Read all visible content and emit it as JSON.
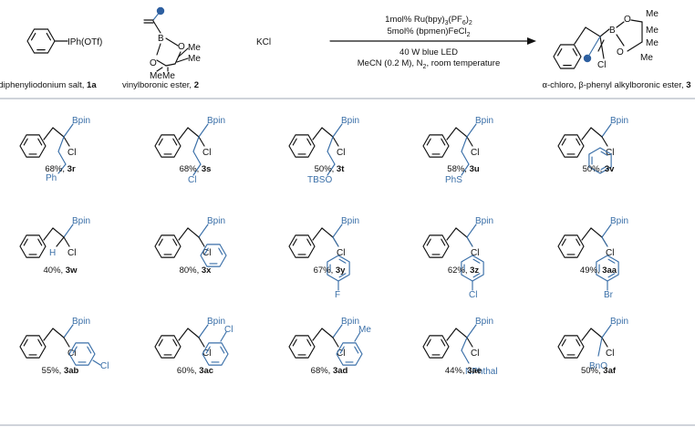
{
  "reaction": {
    "reagent1_label": "IPh(OTf)",
    "reagent1_caption_text": "diphenyliodonium salt, ",
    "reagent1_caption_id": "1a",
    "reagent2_caption_text": "vinylboronic ester, ",
    "reagent2_caption_id": "2",
    "additive": "KCl",
    "conditions": {
      "catalyst1_pre": "1mol% Ru(bpy)",
      "catalyst1_sub": "3",
      "catalyst1_mid": "(PF",
      "catalyst1_sub2": "6",
      "catalyst1_post": ")",
      "catalyst1_sub3": "2",
      "catalyst2_pre": "5mol% (bpmen)FeCl",
      "catalyst2_sub": "2",
      "light": "40 W blue LED",
      "solvent_pre": "MeCN (0.2 M), N",
      "solvent_sub": "2",
      "solvent_post": ", room temperature"
    },
    "product_caption_text": "α-chloro, β-phenyl alkylboronic ester, ",
    "product_caption_id": "3"
  },
  "atoms": {
    "B": "B",
    "O": "O",
    "Me": "Me",
    "Cl": "Cl",
    "Bpin": "Bpin",
    "H": "H",
    "F": "F",
    "Br": "Br"
  },
  "products": [
    {
      "yield": "68%, ",
      "id": "3r",
      "chain_end": "Ph"
    },
    {
      "yield": "68%, ",
      "id": "3s",
      "chain_end": "Cl"
    },
    {
      "yield": "50%, ",
      "id": "3t",
      "chain_end": "TBSO"
    },
    {
      "yield": "58%, ",
      "id": "3u",
      "chain_end": "PhS"
    },
    {
      "yield": "50%, ",
      "id": "3v"
    },
    {
      "yield": "40%, ",
      "id": "3w"
    },
    {
      "yield": "80%, ",
      "id": "3x"
    },
    {
      "yield": "67%, ",
      "id": "3y",
      "sub": "F"
    },
    {
      "yield": "62%, ",
      "id": "3z",
      "sub": "Cl"
    },
    {
      "yield": "49%, ",
      "id": "3aa",
      "sub": "Br"
    },
    {
      "yield": "55%, ",
      "id": "3ab",
      "sub": "Cl"
    },
    {
      "yield": "60%, ",
      "id": "3ac",
      "sub": "Cl"
    },
    {
      "yield": "68%, ",
      "id": "3ad",
      "sub": "Me"
    },
    {
      "yield": "44%, ",
      "id": "3ae",
      "chain_end": "NPhthal"
    },
    {
      "yield": "50%, ",
      "id": "3af",
      "chain_end": "BnO"
    }
  ]
}
